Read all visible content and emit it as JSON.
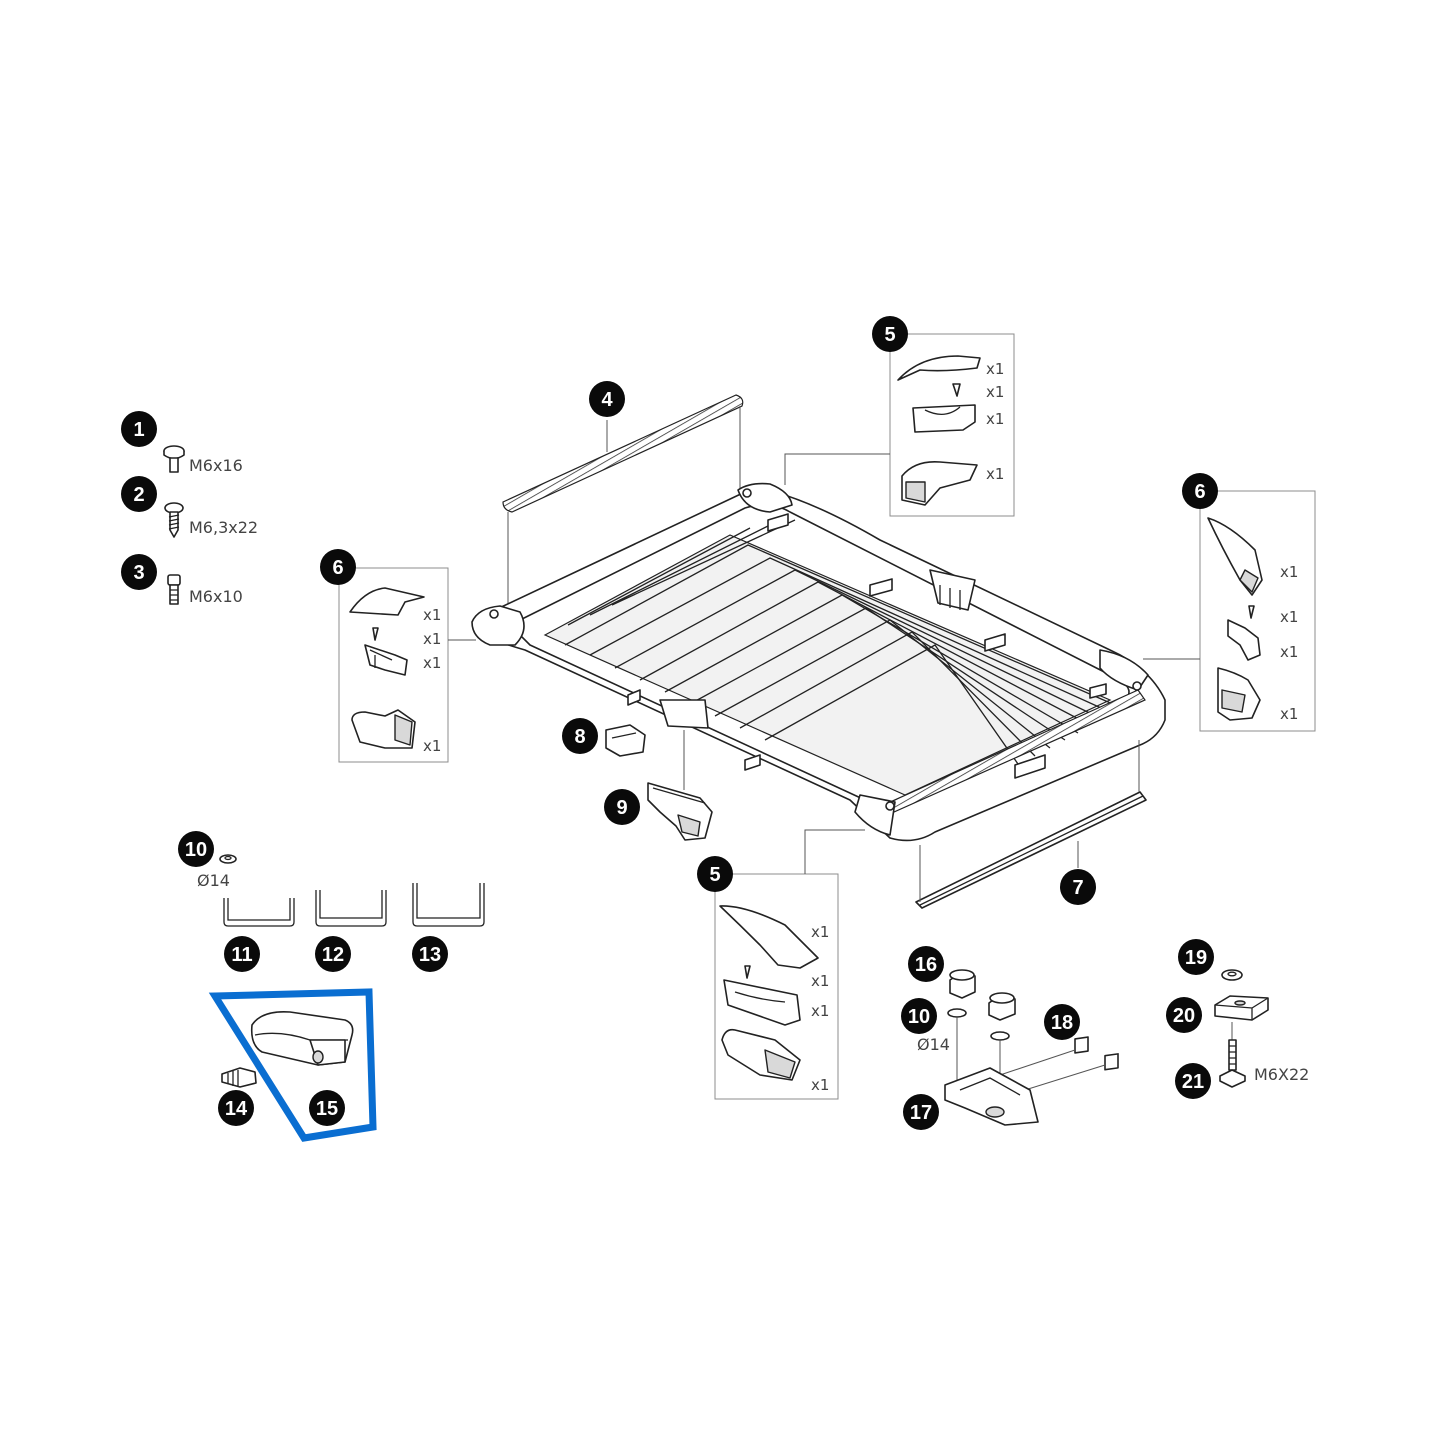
{
  "highlight_color": "#0a6ed1",
  "badge_color": "#0a0a0a",
  "parts": {
    "p1": {
      "number": "1",
      "spec": "M6x16"
    },
    "p2": {
      "number": "2",
      "spec": "M6,3x22"
    },
    "p3": {
      "number": "3",
      "spec": "M6x10"
    },
    "p4": {
      "number": "4"
    },
    "p5_top": {
      "number": "5",
      "quantities": [
        "x1",
        "x1",
        "x1",
        "x1"
      ]
    },
    "p5_bottom": {
      "number": "5",
      "quantities": [
        "x1",
        "x1",
        "x1",
        "x1"
      ]
    },
    "p6_left": {
      "number": "6",
      "quantities": [
        "x1",
        "x1",
        "x1",
        "x1"
      ]
    },
    "p6_right": {
      "number": "6",
      "quantities": [
        "x1",
        "x1",
        "x1",
        "x1"
      ]
    },
    "p7": {
      "number": "7"
    },
    "p8": {
      "number": "8"
    },
    "p9": {
      "number": "9"
    },
    "p10_left": {
      "number": "10",
      "spec": "Ø14"
    },
    "p10_right": {
      "number": "10",
      "spec": "Ø14"
    },
    "p11": {
      "number": "11"
    },
    "p12": {
      "number": "12"
    },
    "p13": {
      "number": "13"
    },
    "p14": {
      "number": "14"
    },
    "p15": {
      "number": "15"
    },
    "p16": {
      "number": "16"
    },
    "p17": {
      "number": "17"
    },
    "p18": {
      "number": "18"
    },
    "p19": {
      "number": "19"
    },
    "p20": {
      "number": "20"
    },
    "p21": {
      "number": "21",
      "spec": "M6X22"
    }
  }
}
